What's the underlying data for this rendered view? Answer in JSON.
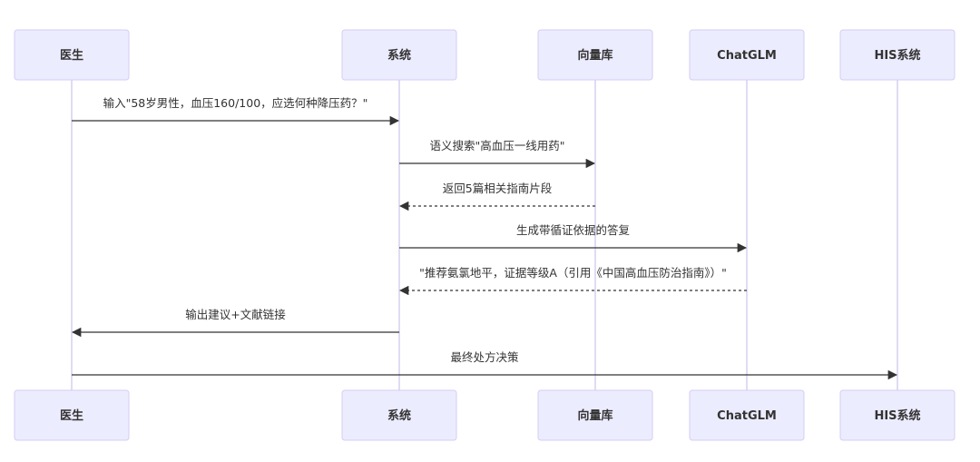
{
  "colors": {
    "actor_fill": "#ECECFF",
    "actor_border": "#d4cdf3",
    "lifeline": "#d6d1ef",
    "message_line": "#333333",
    "text": "#333333"
  },
  "participants": [
    {
      "id": "doctor",
      "label": "医生"
    },
    {
      "id": "system",
      "label": "系统"
    },
    {
      "id": "vectordb",
      "label": "向量库"
    },
    {
      "id": "chatglm",
      "label": "ChatGLM"
    },
    {
      "id": "his",
      "label": "HIS系统"
    }
  ],
  "messages": [
    {
      "from": "doctor",
      "to": "system",
      "label": "输入\"58岁男性，血压160/100，应选何种降压药？\"",
      "style": "solid"
    },
    {
      "from": "system",
      "to": "vectordb",
      "label": "语义搜索\"高血压一线用药\"",
      "style": "solid"
    },
    {
      "from": "vectordb",
      "to": "system",
      "label": "返回5篇相关指南片段",
      "style": "dashed"
    },
    {
      "from": "system",
      "to": "chatglm",
      "label": "生成带循证依据的答复",
      "style": "solid"
    },
    {
      "from": "chatglm",
      "to": "system",
      "label": "\"推荐氨氯地平，证据等级A（引用《中国高血压防治指南》）\"",
      "style": "dashed"
    },
    {
      "from": "system",
      "to": "doctor",
      "label": "输出建议+文献链接",
      "style": "solid"
    },
    {
      "from": "doctor",
      "to": "his",
      "label": "最终处方决策",
      "style": "solid"
    }
  ]
}
